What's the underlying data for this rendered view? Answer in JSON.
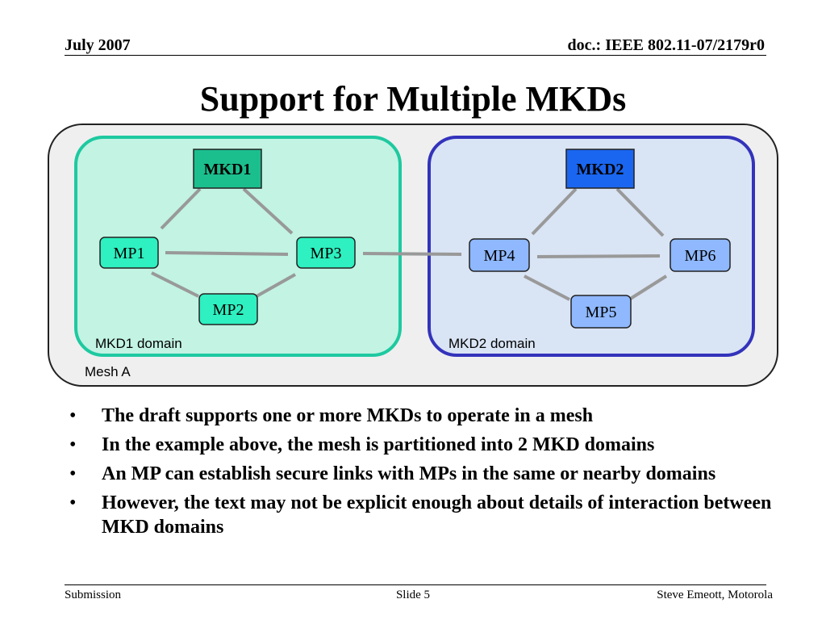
{
  "header": {
    "date": "July 2007",
    "doc_id": "doc.: IEEE 802.11-07/2179r0"
  },
  "title": "Support for Multiple MKDs",
  "diagram": {
    "mesh_label": "Mesh A",
    "domains": [
      {
        "label": "MKD1 domain",
        "color": "#c2f3e3",
        "border": "#1ec9a0"
      },
      {
        "label": "MKD2 domain",
        "color": "#d9e4f4",
        "border": "#3333bb"
      }
    ],
    "nodes": {
      "mkd1": "MKD1",
      "mkd2": "MKD2",
      "mp1": "MP1",
      "mp2": "MP2",
      "mp3": "MP3",
      "mp4": "MP4",
      "mp5": "MP5",
      "mp6": "MP6"
    },
    "colors": {
      "mkd1": "#1bbf8e",
      "mkd2": "#1a66f0",
      "mp_green": "#2ef0c0",
      "mp_blue": "#8fb8ff",
      "link": "#999999"
    }
  },
  "bullets": [
    "The draft supports one or more MKDs to operate in a mesh",
    "In the example above, the mesh is partitioned into 2 MKD domains",
    "An MP can establish secure links with MPs in the same or nearby domains",
    "However, the text may not be explicit enough about details of interaction between MKD domains"
  ],
  "footer": {
    "left": "Submission",
    "center": "Slide 5",
    "right": "Steve Emeott, Motorola"
  }
}
